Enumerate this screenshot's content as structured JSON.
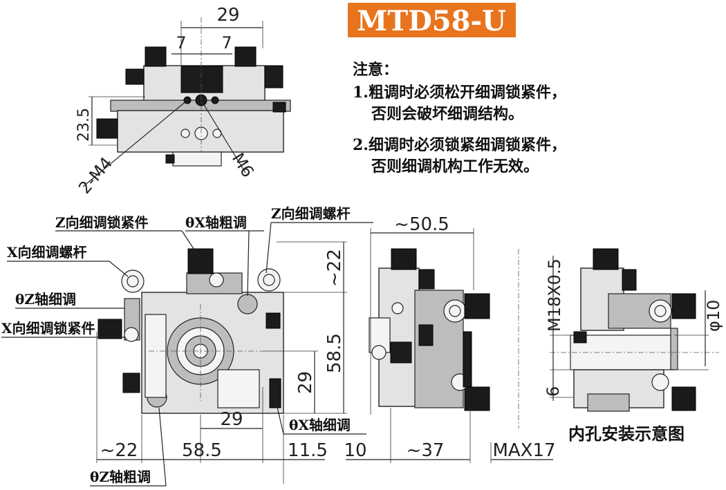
{
  "title": "MTD58-U",
  "title_bg": "#e8741e",
  "notes": {
    "heading": "注意：",
    "line1": "1.粗调时必须松开细调锁紧件，",
    "line1b": "否则会破坏细调结构。",
    "line2": "2.细调时必须锁紧细调锁紧件，",
    "line2b": "否则细调机构工作无效。"
  },
  "labels": {
    "z_fine_lock": "Z向细调锁紧件",
    "theta_x_coarse": "θX轴粗调",
    "z_fine_screw": "Z向细调螺杆",
    "x_fine_screw": "X向细调螺杆",
    "theta_z_fine": "θZ轴细调",
    "x_fine_lock": "X向细调锁紧件",
    "theta_x_fine": "θX轴细调",
    "theta_z_coarse": "θZ轴粗调",
    "inner_hole": "内孔安装示意图"
  },
  "dims": {
    "top_29": "29",
    "top_7a": "7",
    "top_7b": "7",
    "top_23_5": "23.5",
    "top_2m4": "2-M4",
    "top_m6": "M6",
    "front_22v": "~22",
    "front_58_5v": "58.5",
    "front_29v": "29",
    "front_29h": "29",
    "front_22h": "~22",
    "front_58_5h": "58.5",
    "front_11_5": "11.5",
    "side_50_5": "~50.5",
    "side_10": "10",
    "side_37": "~37",
    "side_max17": "MAX17",
    "hole_m18": "M18X0.5",
    "hole_d10": "φ10",
    "hole_6": "6"
  }
}
